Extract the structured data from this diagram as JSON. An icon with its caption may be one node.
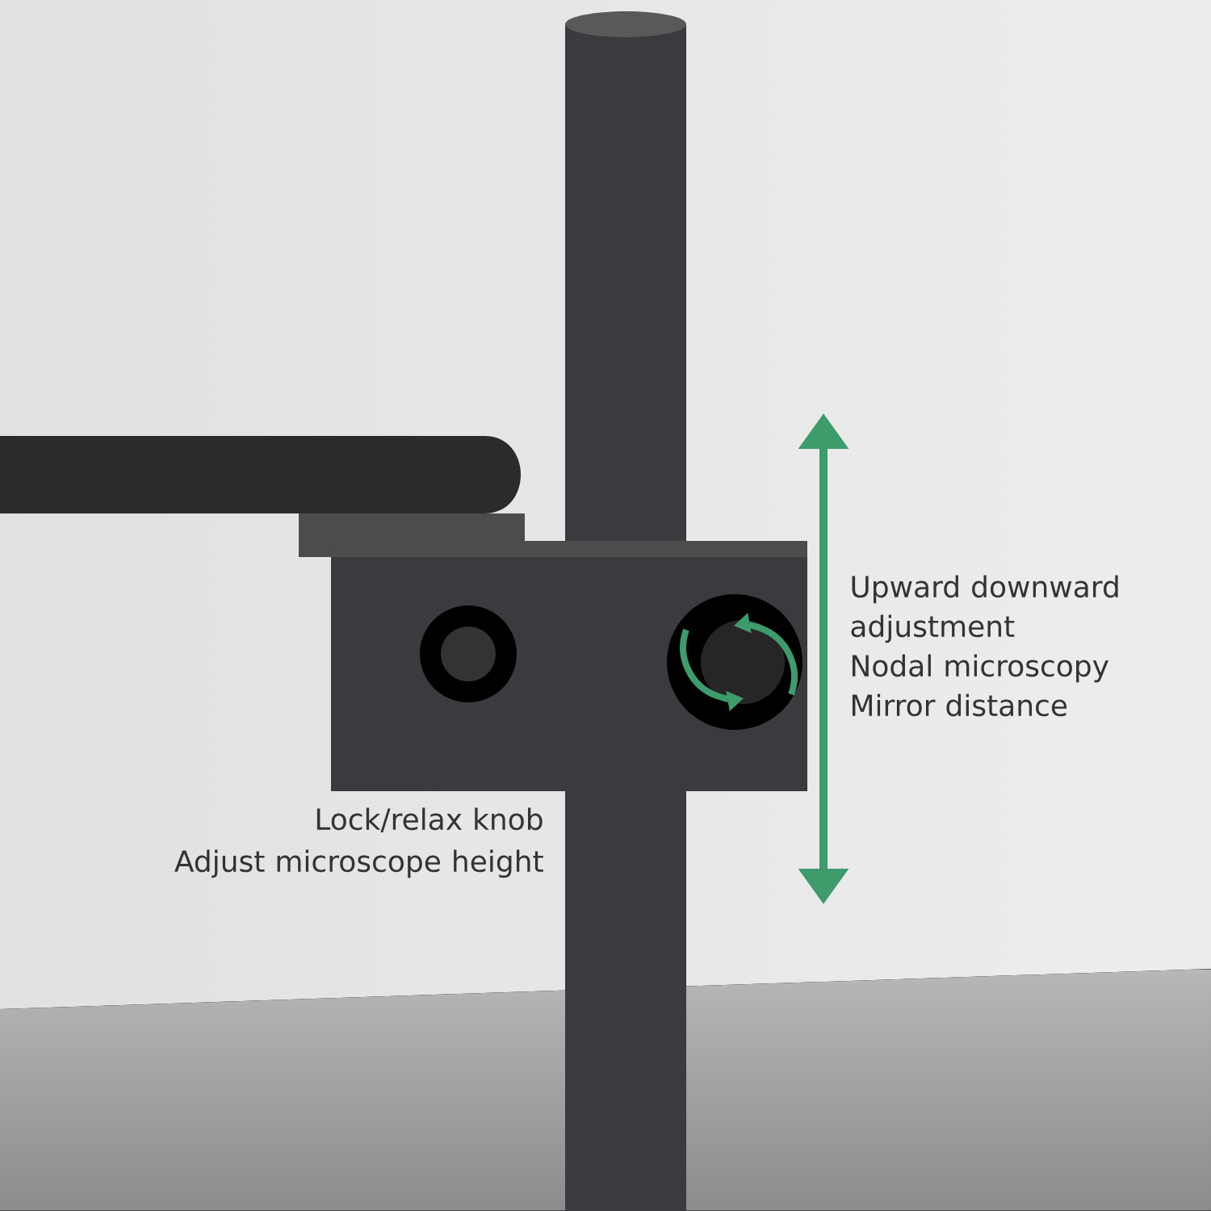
{
  "diagram": {
    "labels": [
      "Upward downward adjustment",
      "Nodal microscopy Mirror distance",
      "Lock/relax knob",
      "Adjust microscope height"
    ]
  }
}
